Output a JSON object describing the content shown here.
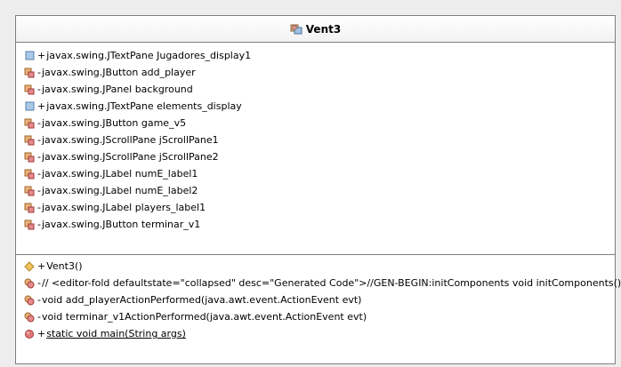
{
  "class": {
    "name": "Vent3",
    "icon": "class-icon"
  },
  "fields": [
    {
      "vis": "+",
      "text": "javax.swing.JTextPane Jugadores_display1",
      "icon": "public-field-icon"
    },
    {
      "vis": "-",
      "text": "javax.swing.JButton add_player",
      "icon": "private-field-icon"
    },
    {
      "vis": "-",
      "text": "javax.swing.JPanel background",
      "icon": "private-field-icon"
    },
    {
      "vis": "+",
      "text": "javax.swing.JTextPane elements_display",
      "icon": "public-field-icon"
    },
    {
      "vis": "-",
      "text": "javax.swing.JButton game_v5",
      "icon": "private-field-icon"
    },
    {
      "vis": "-",
      "text": "javax.swing.JScrollPane jScrollPane1",
      "icon": "private-field-icon"
    },
    {
      "vis": "-",
      "text": "javax.swing.JScrollPane jScrollPane2",
      "icon": "private-field-icon"
    },
    {
      "vis": "-",
      "text": "javax.swing.JLabel numE_label1",
      "icon": "private-field-icon"
    },
    {
      "vis": "-",
      "text": "javax.swing.JLabel numE_label2",
      "icon": "private-field-icon"
    },
    {
      "vis": "-",
      "text": "javax.swing.JLabel players_label1",
      "icon": "private-field-icon"
    },
    {
      "vis": "-",
      "text": "javax.swing.JButton terminar_v1",
      "icon": "private-field-icon"
    }
  ],
  "methods": [
    {
      "vis": "+",
      "text": "Vent3()",
      "icon": "constructor-icon"
    },
    {
      "vis": "-",
      "text": "// <editor-fold defaultstate=\"collapsed\" desc=\"Generated Code\">//GEN-BEGIN:initComponents void initComponents()",
      "icon": "private-method-icon"
    },
    {
      "vis": "-",
      "text": "void add_playerActionPerformed(java.awt.event.ActionEvent evt)",
      "icon": "private-method-icon"
    },
    {
      "vis": "-",
      "text": "void terminar_v1ActionPerformed(java.awt.event.ActionEvent evt)",
      "icon": "private-method-icon"
    },
    {
      "vis": "+",
      "text": "static void main(String args)",
      "icon": "static-method-icon"
    }
  ]
}
